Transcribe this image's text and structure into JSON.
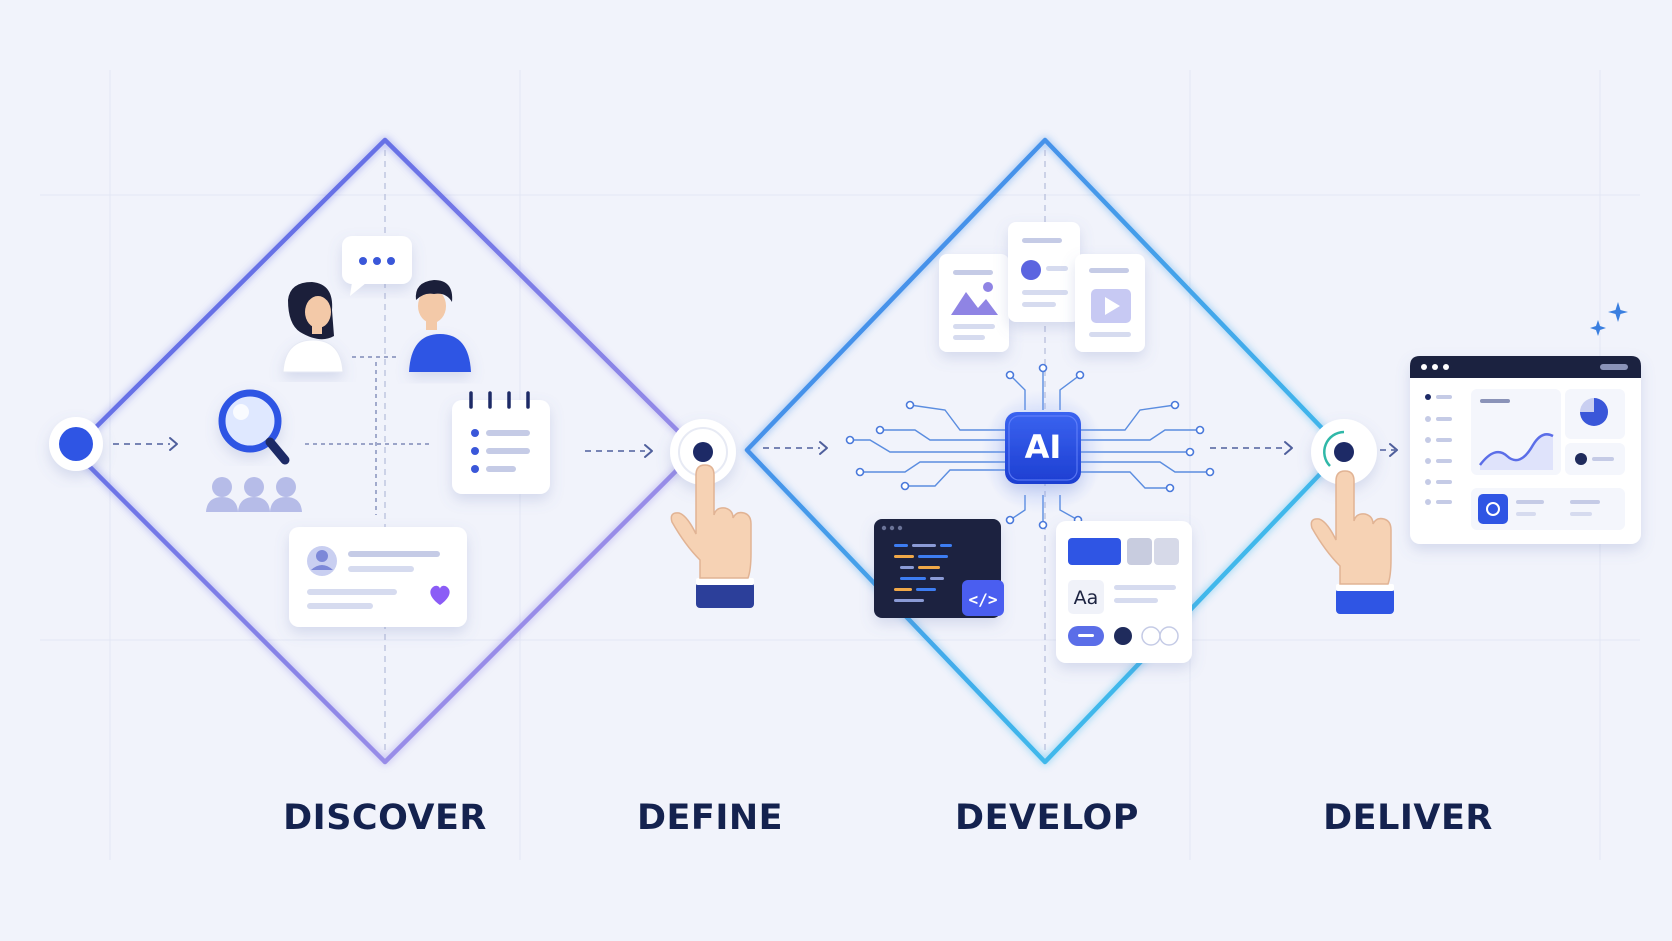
{
  "phases": [
    {
      "id": "discover",
      "label": "DISCOVER"
    },
    {
      "id": "define",
      "label": "DEFINE"
    },
    {
      "id": "develop",
      "label": "DEVELOP"
    },
    {
      "id": "deliver",
      "label": "DELIVER"
    }
  ],
  "develop": {
    "ai_chip_label": "AI",
    "typography_sample": "Aa",
    "code_tag": "</>"
  },
  "colors": {
    "discover_diamond": "#5b6ee8",
    "discover_diamond_end": "#a98fe6",
    "develop_diamond": "#3fb6ea",
    "accent_blue": "#2f55e4",
    "navy": "#14224f",
    "heart": "#8b5cf6"
  },
  "icons": [
    "chat-bubble-icon",
    "woman-avatar-icon",
    "man-avatar-icon",
    "magnifier-icon",
    "users-group-icon",
    "notepad-icon",
    "heart-icon",
    "pointing-hand-icon",
    "image-doc-icon",
    "video-doc-icon",
    "ai-chip-icon",
    "code-editor-icon",
    "sparkle-icon"
  ]
}
